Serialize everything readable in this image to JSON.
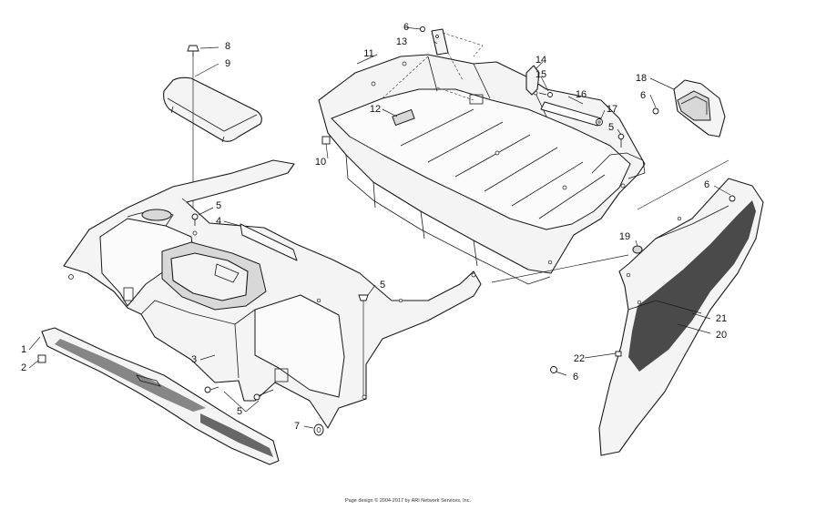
{
  "callouts": [
    {
      "id": "c1",
      "label": "1"
    },
    {
      "id": "c2",
      "label": "2"
    },
    {
      "id": "c3",
      "label": "3"
    },
    {
      "id": "c4",
      "label": "4"
    },
    {
      "id": "c5a",
      "label": "5"
    },
    {
      "id": "c5b",
      "label": "5"
    },
    {
      "id": "c5c",
      "label": "5"
    },
    {
      "id": "c5d",
      "label": "5"
    },
    {
      "id": "c6a",
      "label": "6"
    },
    {
      "id": "c6b",
      "label": "6"
    },
    {
      "id": "c6c",
      "label": "6"
    },
    {
      "id": "c6d",
      "label": "6"
    },
    {
      "id": "c7",
      "label": "7"
    },
    {
      "id": "c8",
      "label": "8"
    },
    {
      "id": "c9",
      "label": "9"
    },
    {
      "id": "c10",
      "label": "10"
    },
    {
      "id": "c11",
      "label": "11"
    },
    {
      "id": "c12",
      "label": "12"
    },
    {
      "id": "c13",
      "label": "13"
    },
    {
      "id": "c14",
      "label": "14"
    },
    {
      "id": "c15",
      "label": "15"
    },
    {
      "id": "c16",
      "label": "16"
    },
    {
      "id": "c17",
      "label": "17"
    },
    {
      "id": "c18",
      "label": "18"
    },
    {
      "id": "c19",
      "label": "19"
    },
    {
      "id": "c20",
      "label": "20"
    },
    {
      "id": "c21",
      "label": "21"
    },
    {
      "id": "c22",
      "label": "22"
    }
  ],
  "footer": {
    "text": "Page design © 2004-2017 by ARI Network Services, Inc."
  }
}
